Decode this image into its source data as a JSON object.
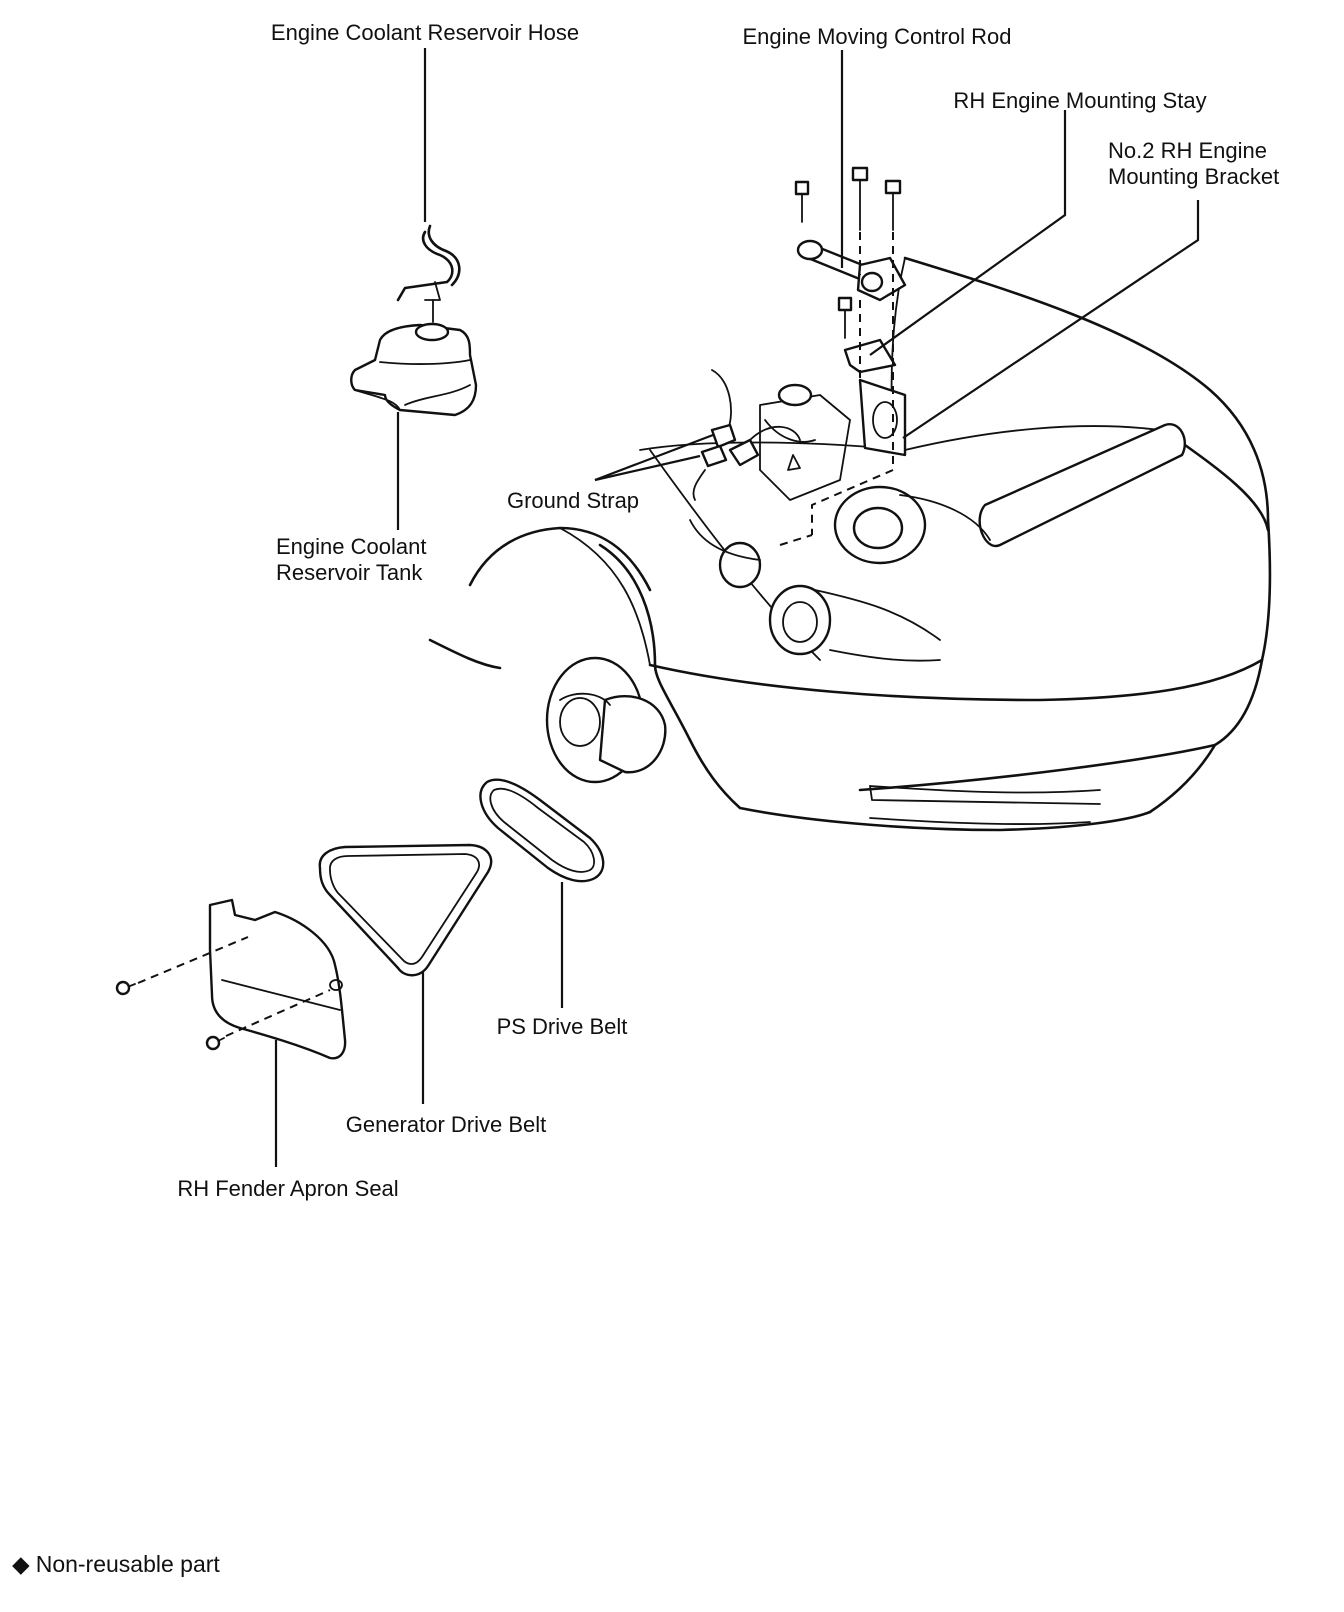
{
  "labels": {
    "coolant_hose": "Engine Coolant Reservoir Hose",
    "moving_control_rod": "Engine Moving Control Rod",
    "mounting_stay": "RH Engine Mounting Stay",
    "bracket_line1": "No.2 RH Engine",
    "bracket_line2": "Mounting Bracket",
    "ground_strap": "Ground Strap",
    "tank_line1": "Engine Coolant",
    "tank_line2": "Reservoir Tank",
    "ps_belt": "PS Drive Belt",
    "generator_belt": "Generator Drive Belt",
    "apron_seal": "RH Fender Apron Seal"
  },
  "legend": {
    "symbol": "◆",
    "text": "Non-reusable part"
  },
  "colors": {
    "ink": "#111111",
    "background": "#ffffff"
  }
}
